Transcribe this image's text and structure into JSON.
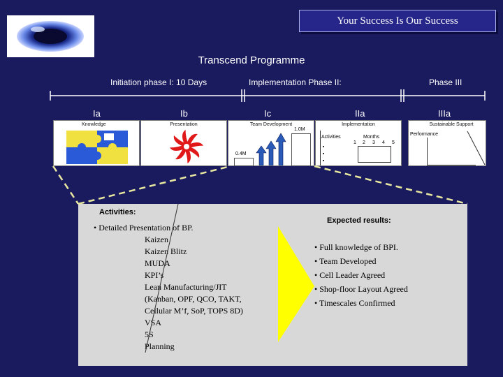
{
  "banner": "Your Success Is Our Success",
  "title": "Transcend Programme",
  "phases": {
    "phase1": "Initiation phase I: 10 Days",
    "phase2": "Implementation Phase II:",
    "phase3": "Phase III"
  },
  "sub_phases": {
    "ia": "Ia",
    "ib": "Ib",
    "ic": "Ic",
    "iia": "IIa",
    "iiia": "IIIa"
  },
  "panels": {
    "knowledge": "Knowledge",
    "presentation": "Presentation",
    "team": {
      "caption": "Team Development",
      "value_high": "1.0M",
      "value_low": "0.4M"
    },
    "implementation": {
      "caption": "Implementation",
      "activities": "Activities",
      "months": "Months",
      "month_numbers": [
        "1",
        "2",
        "3",
        "4",
        "5"
      ]
    },
    "sustainable": {
      "caption": "Sustainable Support",
      "performance": "Performance"
    }
  },
  "activities": {
    "heading": "Activities:",
    "first": "• Detailed Presentation of BP.",
    "items": [
      "Kaizen",
      "Kaizen Blitz",
      "MUDA",
      "KPI’s",
      "Lean Manufacturing/JIT",
      "(Kanban, OPF, QCO, TAKT,",
      "Cellular M’f, SoP, TOPS 8D)",
      "VSA",
      "5S",
      "Planning"
    ]
  },
  "results": {
    "heading": "Expected results:",
    "items": [
      "• Full knowledge of BPI.",
      "• Team Developed",
      "• Cell Leader Agreed",
      "• Shop-floor Layout Agreed",
      "• Timescales Confirmed"
    ]
  },
  "colors": {
    "background": "#1a1a5e",
    "banner": "#26268a",
    "arrow_yellow": "#ffff00",
    "pinwheel_red": "#e01818",
    "puzzle_blue": "#2a5ad8",
    "puzzle_yellow": "#f0e040",
    "dashed_line": "#e8e8a0"
  }
}
